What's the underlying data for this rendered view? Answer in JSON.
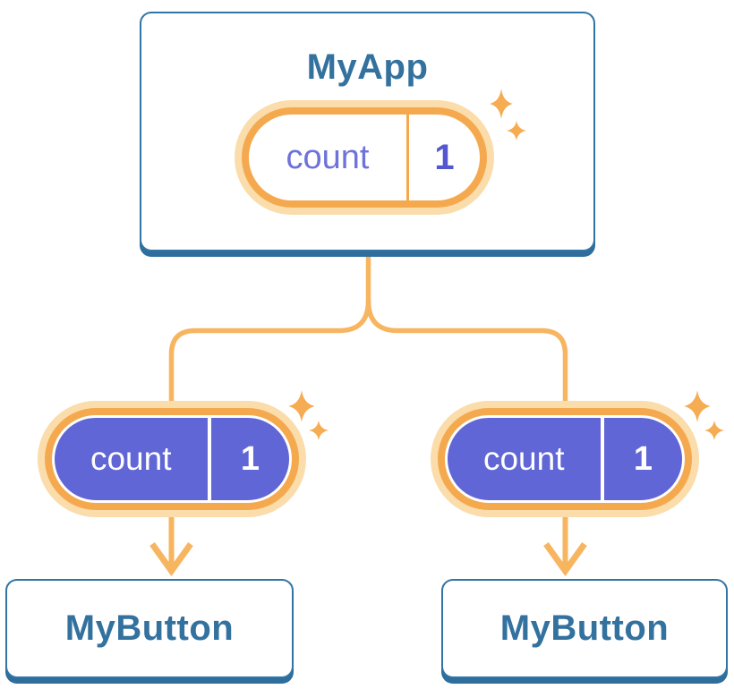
{
  "diagram": {
    "root": {
      "title": "MyApp",
      "state_pill": {
        "label": "count",
        "value": "1"
      }
    },
    "children": [
      {
        "title": "MyButton",
        "state_pill": {
          "label": "count",
          "value": "1"
        }
      },
      {
        "title": "MyButton",
        "state_pill": {
          "label": "count",
          "value": "1"
        }
      }
    ],
    "colors": {
      "card_border_blue": "#3274A4",
      "card_shadow_blue": "#2E6D9C",
      "title_text_blue": "#33719F",
      "connector_orange": "#F7B560",
      "pill_ring_orange": "#F5A94F",
      "pill_halo_orange": "#FBDCAB",
      "pill_purple": "#6166D6",
      "root_state_text_purple": "#6E72DA",
      "root_state_value_purple": "#5457CF",
      "sparkle_orange": "#F5AC52"
    }
  }
}
